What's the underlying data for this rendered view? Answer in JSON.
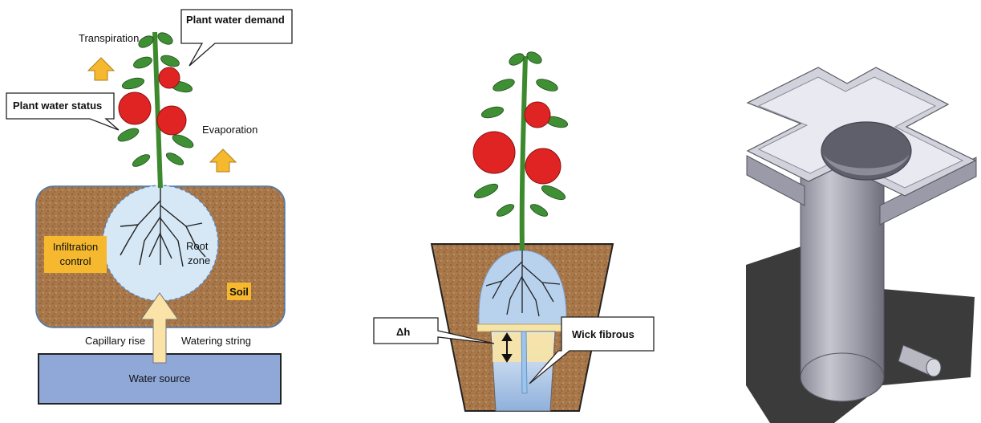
{
  "panel_left": {
    "labels": {
      "plant_water_demand": "Plant water demand",
      "transpiration": "Transpiration",
      "plant_water_status": "Plant water status",
      "evaporation": "Evaporation",
      "infiltration_line1": "Infiltration",
      "infiltration_line2": "control",
      "root_line1": "Root",
      "root_line2": "zone",
      "soil": "Soil",
      "capillary_rise": "Capillary rise",
      "watering_string": "Watering string",
      "water_source": "Water source"
    }
  },
  "panel_middle": {
    "labels": {
      "delta_h": "Δh",
      "wick_fibrous": "Wick fibrous"
    }
  },
  "panel_right": {},
  "colors": {
    "soil": "#a97a4a",
    "soil_border": "#4a7ab0",
    "root_zone": "#d4e6f5",
    "water_source": "#8ea7d6",
    "arrow_orange": "#f5b82e",
    "label_box": "#f5b82e",
    "tomato": "#e02020",
    "leaf": "#3a8a30",
    "pot_grey": "#b4b4bc"
  }
}
